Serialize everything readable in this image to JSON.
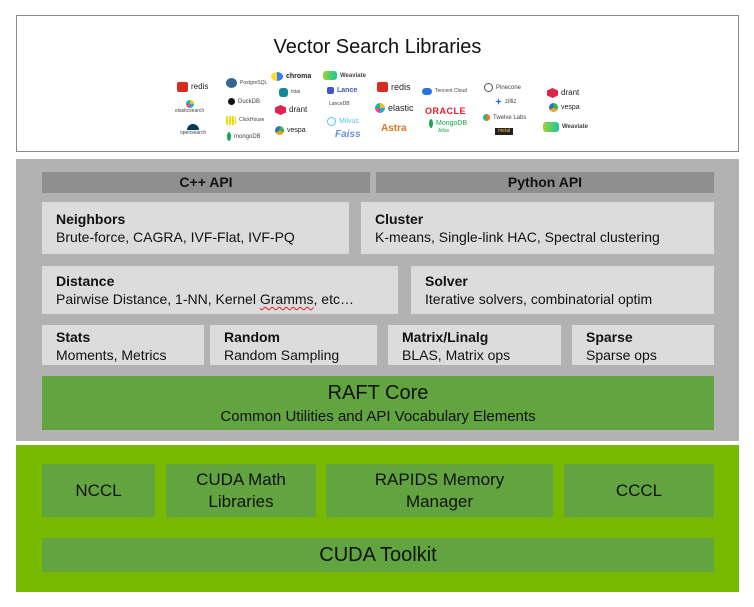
{
  "vector_search": {
    "title": "Vector Search Libraries",
    "logos": {
      "redis1": "redis",
      "elasticsearch": "elasticsearch",
      "opensearch": "opensearch",
      "postgres": "PostgreSQL",
      "duckdb": "DuckDB",
      "clickhouse": "ClickHouse",
      "mongodb1": "mongoDB",
      "chroma": "chroma",
      "txtai": "txtai",
      "qdrant1": "drant",
      "vespa1": "vespa",
      "weaviate1": "Weaviate",
      "lance": "Lance",
      "lancedb_caption": "LanceDB",
      "milvus": "Milvus",
      "faiss": "Faiss",
      "redis2": "redis",
      "elastic": "elastic",
      "astra": "Astra",
      "tencent": "Tencent Cloud",
      "oracle": "ORACLE",
      "mongodb_atlas": "MongoDB",
      "atlas": "Atlas",
      "pinecone": "Pinecone",
      "zilliz": "zilliz",
      "twelvelabs": "Twelve Labs",
      "metal": "metal",
      "qdrant2": "drant",
      "vespa2": "vespa",
      "weaviate2": "Weaviate"
    }
  },
  "raft": {
    "cpp_api": "C++ API",
    "python_api": "Python API",
    "neighbors": {
      "title": "Neighbors",
      "desc": "Brute-force, CAGRA, IVF-Flat, IVF-PQ"
    },
    "cluster": {
      "title": "Cluster",
      "desc": "K-means, Single-link HAC, Spectral clustering"
    },
    "distance": {
      "title": "Distance",
      "desc_a": "Pairwise Distance, 1-NN, Kernel ",
      "desc_b": "Gramms",
      "desc_c": ", etc…"
    },
    "solver": {
      "title": "Solver",
      "desc": "Iterative solvers, combinatorial optim"
    },
    "stats": {
      "title": "Stats",
      "desc": "Moments, Metrics"
    },
    "random": {
      "title": "Random",
      "desc": "Random Sampling"
    },
    "matrix": {
      "title": "Matrix/Linalg",
      "desc": "BLAS, Matrix ops"
    },
    "sparse": {
      "title": "Sparse",
      "desc": "Sparse ops"
    },
    "core": {
      "title": "RAFT Core",
      "subtitle": "Common Utilities and API Vocabulary Elements"
    }
  },
  "cuda": {
    "nccl": "NCCL",
    "math_line1": "CUDA Math",
    "math_line2": "Libraries",
    "rmm_line1": "RAPIDS Memory",
    "rmm_line2": "Manager",
    "cccl": "CCCL",
    "toolkit": "CUDA Toolkit"
  },
  "colors": {
    "nvidia_green": "#76b900",
    "box_green": "#62a43f",
    "panel_gray": "#b2b2b2",
    "header_gray": "#8f8f8f",
    "box_gray": "#dcdcdc"
  }
}
